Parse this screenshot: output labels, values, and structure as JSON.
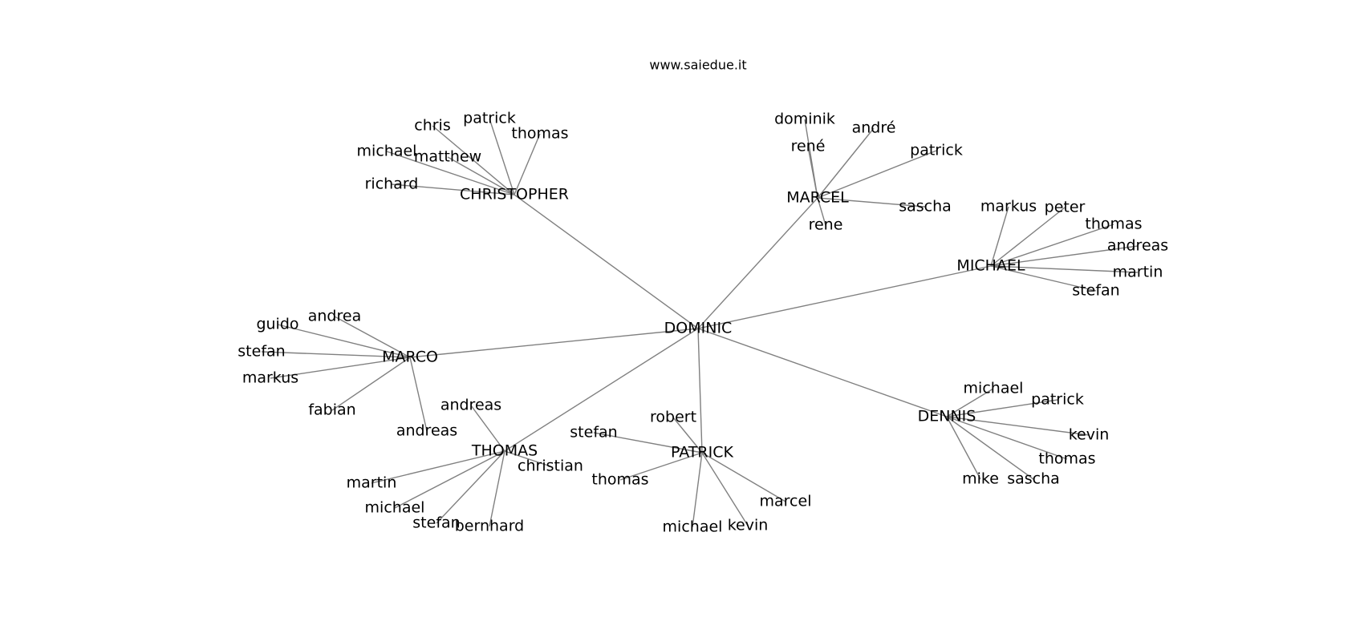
{
  "header": {
    "title": "www.saiedue.it"
  },
  "colors": {
    "edge": "#808080",
    "text": "#000000",
    "background": "#ffffff"
  },
  "graph": {
    "root": {
      "id": "dominic",
      "label": "DOMINIC"
    },
    "hubs": [
      {
        "id": "christopher",
        "label": "CHRISTOPHER",
        "leaves": [
          {
            "id": "christopher-chris",
            "label": "chris"
          },
          {
            "id": "christopher-patrick",
            "label": "patrick"
          },
          {
            "id": "christopher-thomas",
            "label": "thomas"
          },
          {
            "id": "christopher-michael",
            "label": "michael"
          },
          {
            "id": "christopher-matthew",
            "label": "matthew"
          },
          {
            "id": "christopher-richard",
            "label": "richard"
          }
        ]
      },
      {
        "id": "marcel",
        "label": "MARCEL",
        "leaves": [
          {
            "id": "marcel-dominik",
            "label": "dominik"
          },
          {
            "id": "marcel-andre",
            "label": "andré"
          },
          {
            "id": "marcel-rene-accent",
            "label": "rené"
          },
          {
            "id": "marcel-patrick",
            "label": "patrick"
          },
          {
            "id": "marcel-sascha",
            "label": "sascha"
          },
          {
            "id": "marcel-rene",
            "label": "rene"
          }
        ]
      },
      {
        "id": "michael",
        "label": "MICHAEL",
        "leaves": [
          {
            "id": "michael-markus",
            "label": "markus"
          },
          {
            "id": "michael-peter",
            "label": "peter"
          },
          {
            "id": "michael-thomas",
            "label": "thomas"
          },
          {
            "id": "michael-andreas",
            "label": "andreas"
          },
          {
            "id": "michael-martin",
            "label": "martin"
          },
          {
            "id": "michael-stefan",
            "label": "stefan"
          }
        ]
      },
      {
        "id": "marco",
        "label": "MARCO",
        "leaves": [
          {
            "id": "marco-andrea",
            "label": "andrea"
          },
          {
            "id": "marco-guido",
            "label": "guido"
          },
          {
            "id": "marco-stefan",
            "label": "stefan"
          },
          {
            "id": "marco-markus",
            "label": "markus"
          },
          {
            "id": "marco-fabian",
            "label": "fabian"
          },
          {
            "id": "marco-andreas",
            "label": "andreas"
          }
        ]
      },
      {
        "id": "thomas",
        "label": "THOMAS",
        "leaves": [
          {
            "id": "thomas-andreas",
            "label": "andreas"
          },
          {
            "id": "thomas-christian",
            "label": "christian"
          },
          {
            "id": "thomas-martin",
            "label": "martin"
          },
          {
            "id": "thomas-michael",
            "label": "michael"
          },
          {
            "id": "thomas-stefan",
            "label": "stefan"
          },
          {
            "id": "thomas-bernhard",
            "label": "bernhard"
          }
        ]
      },
      {
        "id": "patrick",
        "label": "PATRICK",
        "leaves": [
          {
            "id": "patrick-robert",
            "label": "robert"
          },
          {
            "id": "patrick-stefan",
            "label": "stefan"
          },
          {
            "id": "patrick-thomas",
            "label": "thomas"
          },
          {
            "id": "patrick-marcel",
            "label": "marcel"
          },
          {
            "id": "patrick-michael",
            "label": "michael"
          },
          {
            "id": "patrick-kevin",
            "label": "kevin"
          }
        ]
      },
      {
        "id": "dennis",
        "label": "DENNIS",
        "leaves": [
          {
            "id": "dennis-michael",
            "label": "michael"
          },
          {
            "id": "dennis-patrick",
            "label": "patrick"
          },
          {
            "id": "dennis-kevin",
            "label": "kevin"
          },
          {
            "id": "dennis-thomas",
            "label": "thomas"
          },
          {
            "id": "dennis-mike",
            "label": "mike"
          },
          {
            "id": "dennis-sascha",
            "label": "sascha"
          }
        ]
      }
    ]
  }
}
